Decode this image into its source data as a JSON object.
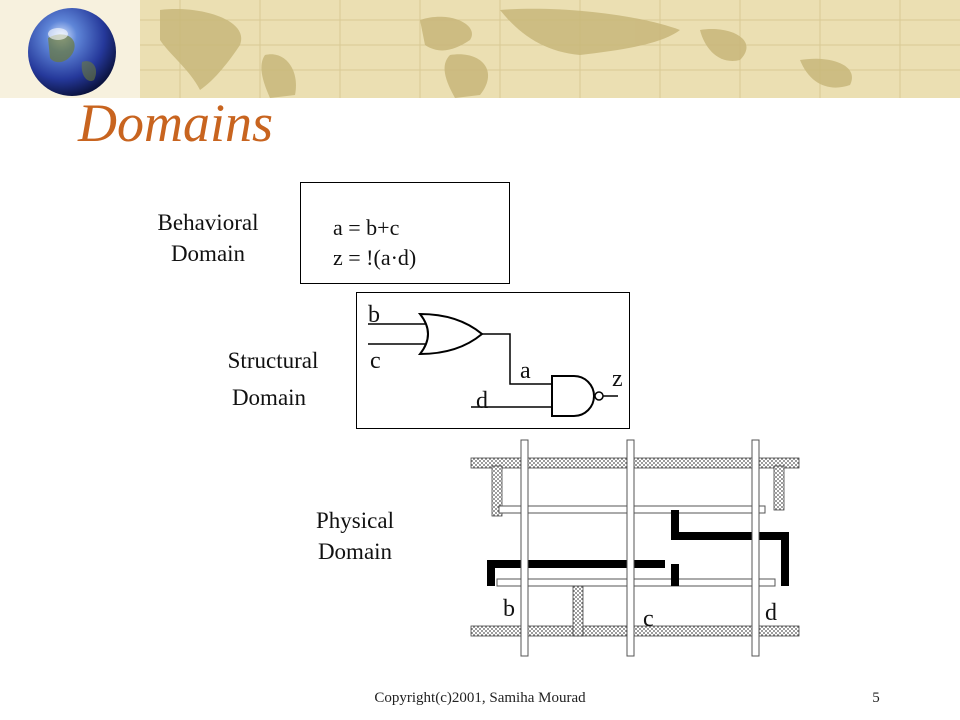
{
  "slide": {
    "title": "Domains",
    "behavioral": {
      "label_line1": "Behavioral",
      "label_line2": "Domain",
      "eq1": "a = b+c",
      "eq2": "z = !(a·d)"
    },
    "structural": {
      "label_line1": "Structural",
      "label_line2": "Domain",
      "pins": {
        "b": "b",
        "c": "c",
        "a": "a",
        "d": "d",
        "z": "z"
      }
    },
    "physical": {
      "label_line1": "Physical",
      "label_line2": "Domain",
      "pins": {
        "b": "b",
        "c": "c",
        "d": "d"
      }
    },
    "footer": "Copyright(c)2001, Samiha Mourad",
    "page_number": "5"
  },
  "colors": {
    "title": "#c8641f",
    "banner": "#e8dcae"
  }
}
